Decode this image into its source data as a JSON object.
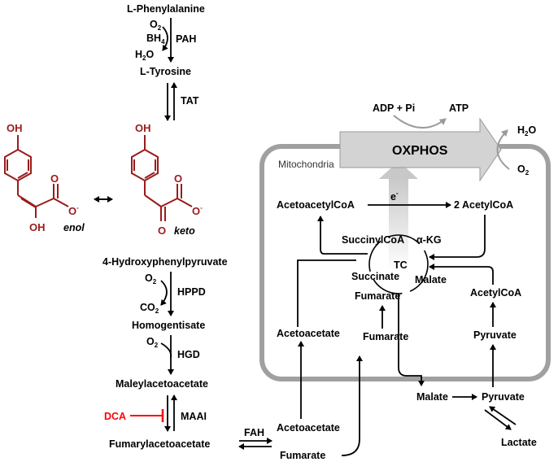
{
  "labels": {
    "phe": "L-Phenylalanine",
    "tyr": "L-Tyrosine",
    "o2": "O",
    "two": "2",
    "four": "4",
    "bh": "BH",
    "h2o_h": "H",
    "h2o_o": "O",
    "pah": "PAH",
    "tat": "TAT",
    "hpp": "4-Hydroxyphenylpyruvate",
    "hppd": "HPPD",
    "co": "CO",
    "homogentisate": "Homogentisate",
    "hgd": "HGD",
    "maleyl": "Maleylacetoacetate",
    "dca": "DCA",
    "maai": "MAAI",
    "fumaryl": "Fumarylacetoacetate",
    "fah": "FAH",
    "acetoacetate": "Acetoacetate",
    "fumarate": "Fumarate",
    "malate": "Malate",
    "pyruvate": "Pyruvate",
    "lactate": "Lactate",
    "mitochondria": "Mitochondria",
    "oxphos": "OXPHOS",
    "adp": "ADP + Pi",
    "atp": "ATP",
    "h2o_right": "H",
    "o2_right": "O",
    "acetoacetylcoa": "AcetoacetylCoA",
    "acetylcoa2": "2 AcetylCoA",
    "e": "e",
    "minus": "-",
    "succinylcoa": "SuccinylCoA",
    "akg": "α-KG",
    "tc": "TC",
    "succinate": "Succinate",
    "acetylcoa": "AcetylCoA",
    "enol": "enol",
    "keto": "keto",
    "oh": "OH",
    "o": "O",
    "ominus": "O"
  },
  "colors": {
    "structure": "#9b1b1b",
    "dca": "#ff0000",
    "mito_border": "#a0a0a0",
    "oxphos_arrow": "#d3d3d3"
  }
}
